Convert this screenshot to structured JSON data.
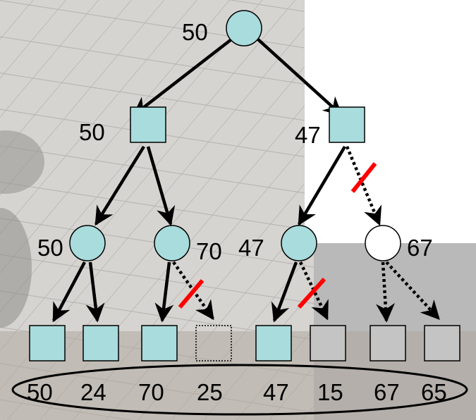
{
  "colors": {
    "node_fill": "#a9dcdc",
    "node_unvisited_fill": "#ffffff",
    "leaf_gray_fill": "#c4c4c4",
    "cut_mark": "#ff0000",
    "outline": "#000000"
  },
  "root": {
    "value": "50",
    "shape": "circle"
  },
  "level1": [
    {
      "value": "50",
      "shape": "square"
    },
    {
      "value": "47",
      "shape": "square"
    }
  ],
  "level2": [
    {
      "value": "50",
      "shape": "circle"
    },
    {
      "value": "70",
      "shape": "circle"
    },
    {
      "value": "47",
      "shape": "circle"
    },
    {
      "value": "67",
      "shape": "circle",
      "state": "pruned"
    }
  ],
  "leaves": [
    {
      "value": "50",
      "state": "evaluated"
    },
    {
      "value": "24",
      "state": "evaluated"
    },
    {
      "value": "70",
      "state": "evaluated"
    },
    {
      "value": "25",
      "state": "pruned-dotted"
    },
    {
      "value": "47",
      "state": "evaluated"
    },
    {
      "value": "15",
      "state": "pruned"
    },
    {
      "value": "67",
      "state": "pruned"
    },
    {
      "value": "65",
      "state": "pruned"
    }
  ]
}
